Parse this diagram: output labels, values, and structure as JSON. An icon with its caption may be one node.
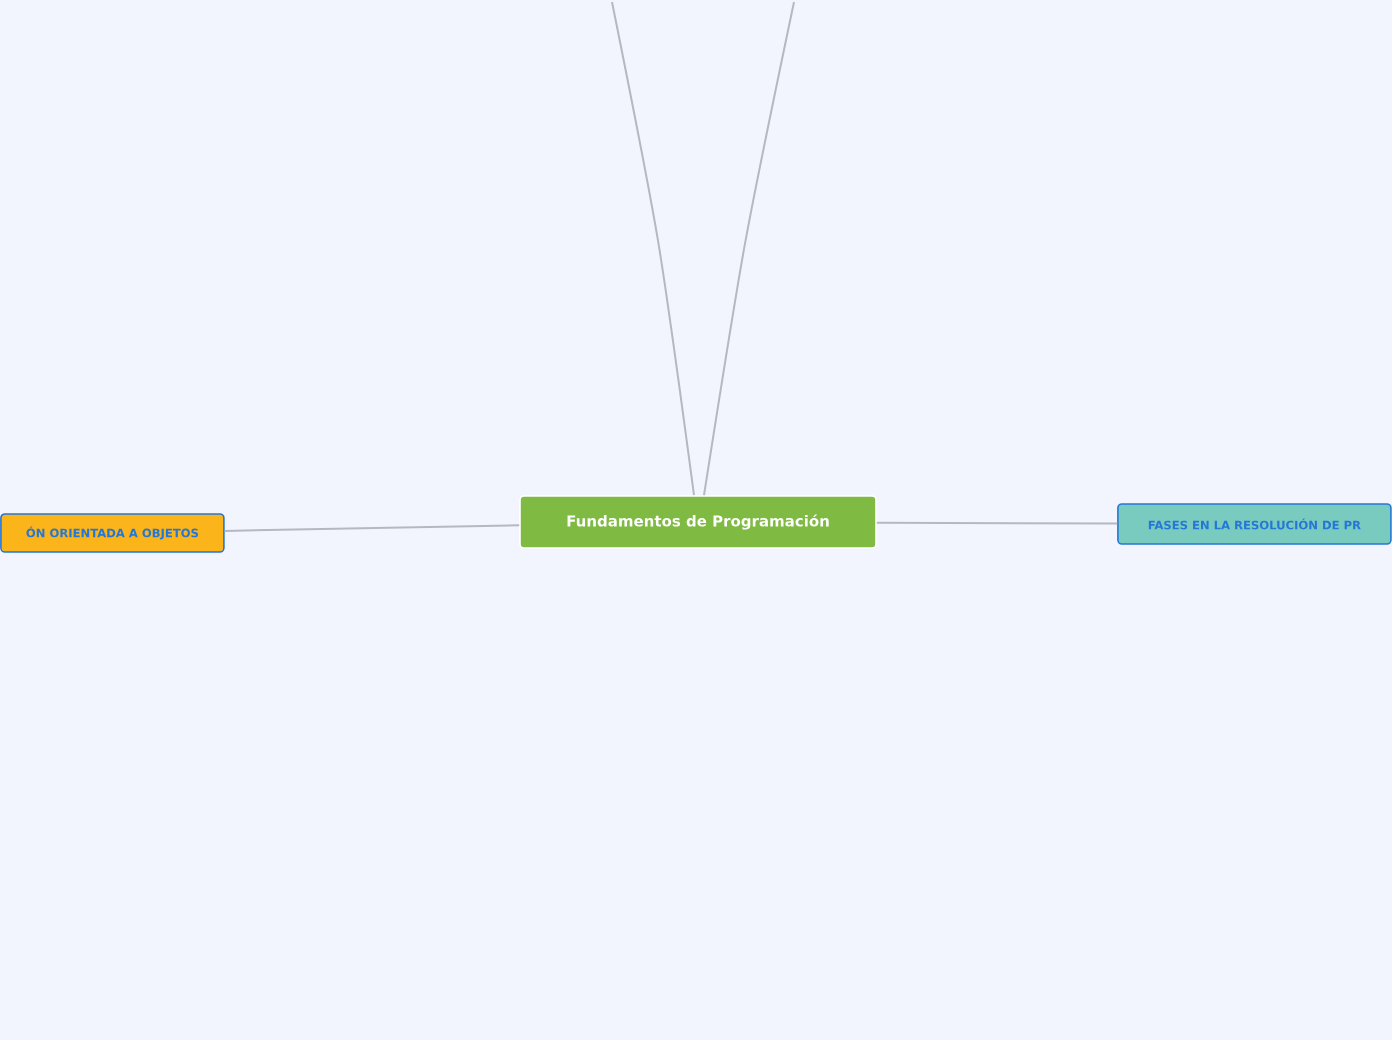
{
  "diagram": {
    "nodes": [
      {
        "text": [
          "Fundamentos de Programación"
        ]
      },
      {
        "text": [
          "ÓN ORIENTADA A OBJETOS"
        ]
      },
      {
        "text": [
          "FASES EN LA RESOLUCIÓN DE PR"
        ]
      }
    ],
    "edges": [
      {
        "from": 0,
        "to": 1,
        "arrow": "none"
      },
      {
        "from": 0,
        "to": 2,
        "arrow": "none"
      },
      {
        "from": 0,
        "to": null,
        "arrow": "none"
      },
      {
        "from": 0,
        "to": null,
        "arrow": "none"
      }
    ]
  }
}
